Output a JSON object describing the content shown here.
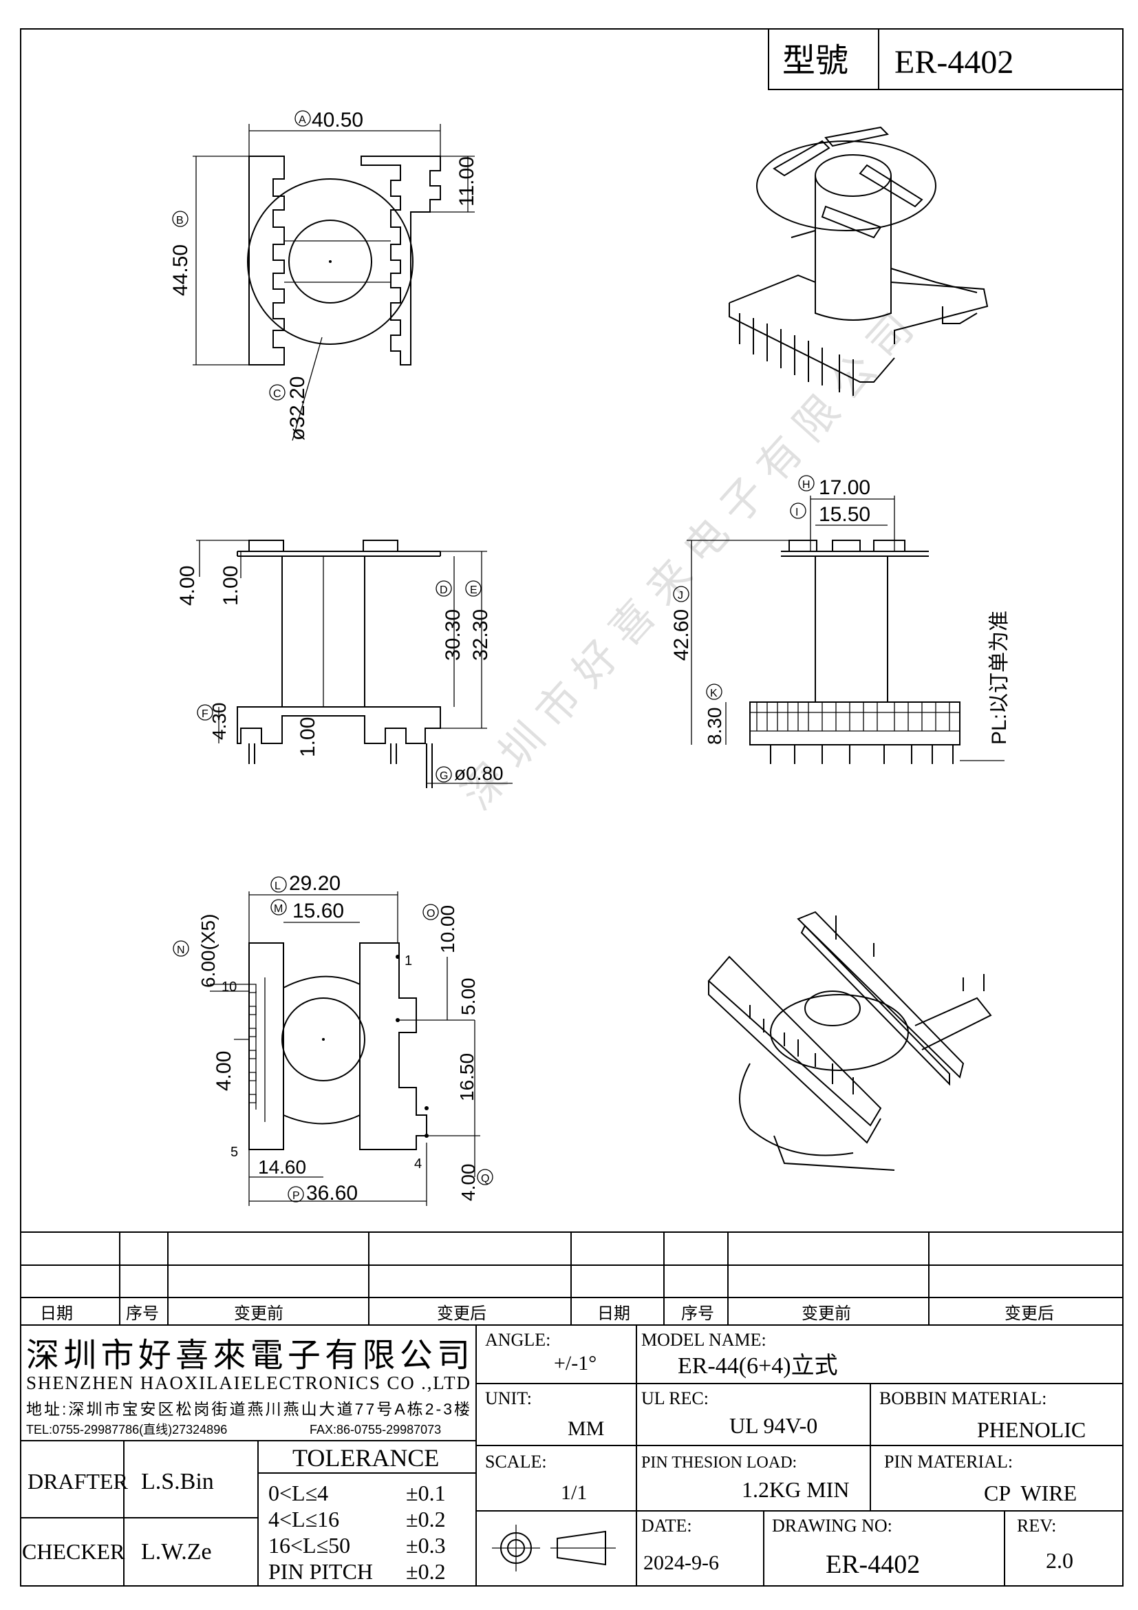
{
  "header": {
    "model_label": "型號",
    "model_value": "ER-4402"
  },
  "dimensions": {
    "A": "40.50",
    "B": "44.50",
    "C": "32.20",
    "D": "30.30",
    "E": "32.30",
    "F": "4.30",
    "G": "0.80",
    "H": "17.00",
    "I": "15.50",
    "J": "42.60",
    "K": "8.30",
    "L": "29.20",
    "M": "15.60",
    "N": "6.00(X5)",
    "O": "10.00",
    "P": "36.60",
    "Q": "4.00",
    "top_11": "11.00",
    "side_4": "4.00",
    "side_1a": "1.00",
    "side_1b": "1.00",
    "bot_5": "5.00",
    "bot_16_5": "16.50",
    "bot_4": "4.00",
    "bot_14_6": "14.60",
    "diam_prefix": "ø",
    "pl_note": "PL:以订单为准"
  },
  "pins": {
    "p1": "1",
    "p4": "4",
    "p5": "5",
    "p10": "10"
  },
  "watermark": "深圳市好喜来电子有限公司",
  "history": {
    "h1": "日期",
    "h2": "序号",
    "h3": "变更前",
    "h4": "变更后",
    "h5": "日期",
    "h6": "序号",
    "h7": "变更前",
    "h8": "变更后"
  },
  "company": {
    "name_cn": "深圳市好喜來電子有限公司",
    "name_en": "SHENZHEN HAOXILAIELECTRONICS CO .,LTD",
    "address": "地址:深圳市宝安区松岗街道燕川燕山大道77号A栋2-3楼",
    "tel": "TEL:0755-29987786(直线)27324896",
    "fax": "FAX:86-0755-29987073"
  },
  "people": {
    "drafter_label": "DRAFTER",
    "drafter": "L.S.Bin",
    "checker_label": "CHECKER",
    "checker": "L.W.Ze"
  },
  "tolerance": {
    "title": "TOLERANCE",
    "rows": [
      {
        "range": "0<L≤4",
        "value": "±0.1"
      },
      {
        "range": "4<L≤16",
        "value": "±0.2"
      },
      {
        "range": "16<L≤50",
        "value": "±0.3"
      },
      {
        "range": "PIN PITCH",
        "value": "±0.2"
      }
    ]
  },
  "spec": {
    "angle_label": "ANGLE:",
    "angle": "+/-1°",
    "unit_label": "UNIT:",
    "unit": "MM",
    "scale_label": "SCALE:",
    "scale": "1/1",
    "model_name_label": "MODEL NAME:",
    "model_name": "ER-44(6+4)立式",
    "ul_label": "UL REC:",
    "ul": "UL 94V-0",
    "bobbin_label": "BOBBIN MATERIAL:",
    "bobbin": "PHENOLIC",
    "pin_load_label": "PIN THESION LOAD:",
    "pin_load": "1.2KG MIN",
    "pin_mat_label": "PIN MATERIAL:",
    "pin_mat": "CP  WIRE",
    "date_label": "DATE:",
    "date": "2024-9-6",
    "drawing_label": "DRAWING NO:",
    "drawing": "ER-4402",
    "rev_label": "REV:",
    "rev": "2.0"
  }
}
